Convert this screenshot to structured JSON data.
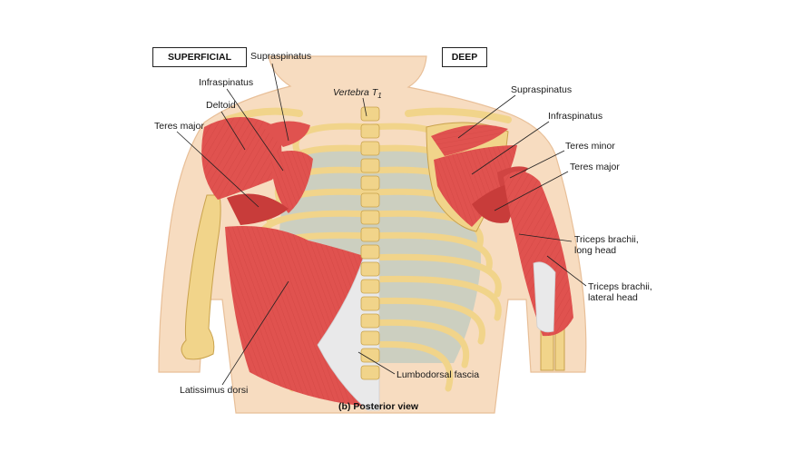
{
  "panels": {
    "superficial": "SUPERFICIAL",
    "deep": "DEEP"
  },
  "labels": {
    "supraspinatus_left": "Supraspinatus",
    "infraspinatus_left": "Infraspinatus",
    "deltoid": "Deltoid",
    "teres_major_left": "Teres major",
    "vertebra": "Vertebra T",
    "vertebra_sub": "1",
    "supraspinatus_right": "Supraspinatus",
    "infraspinatus_right": "Infraspinatus",
    "teres_minor": "Teres minor",
    "teres_major_right": "Teres major",
    "triceps_long_1": "Triceps brachii,",
    "triceps_long_2": "long head",
    "triceps_lateral_1": "Triceps brachii,",
    "triceps_lateral_2": "lateral head",
    "lumbodorsal": "Lumbodorsal fascia",
    "latissimus": "Latissimus dorsi"
  },
  "caption": "(b) Posterior view",
  "colors": {
    "skin": "#f7dcc0",
    "skin_edge": "#e8bf98",
    "muscle": "#e0524f",
    "muscle_dark": "#b9302f",
    "bone": "#f1d48a",
    "bone_edge": "#c9a24c",
    "cartilage": "#a9c4c0",
    "fascia": "#e9e9ea"
  }
}
